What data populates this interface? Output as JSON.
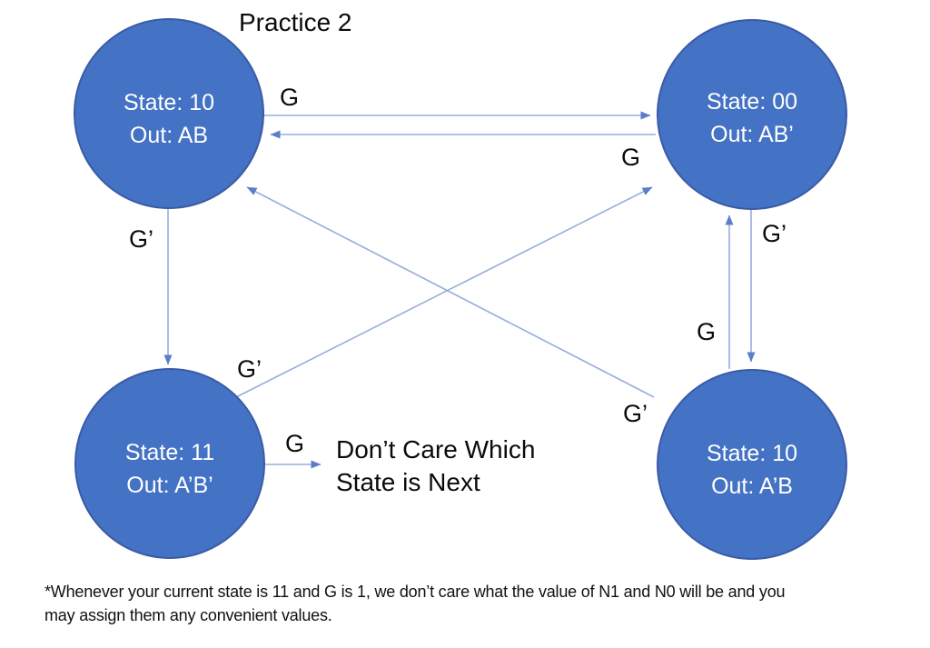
{
  "title": "Practice 2",
  "colors": {
    "node_fill": "#4472C4",
    "node_stroke": "#3A5BA5",
    "edge_line": "#97AEDC",
    "arrowhead": "#5C7EC9",
    "node_text": "#FFFFFF",
    "label_text": "#000000"
  },
  "nodes": {
    "top_left": {
      "state": "State: 10",
      "out": "Out: AB"
    },
    "top_right": {
      "state": "State: 00",
      "out": "Out: AB’"
    },
    "bottom_left": {
      "state": "State: 11",
      "out": "Out: A’B’"
    },
    "bottom_right": {
      "state": "State: 10",
      "out": "Out: A’B"
    }
  },
  "edges": {
    "tl_to_tr": {
      "label": "G"
    },
    "tr_to_tl": {
      "label": "G"
    },
    "tl_to_bl": {
      "label": "G’"
    },
    "bl_to_tr": {
      "label": "G’"
    },
    "br_to_tl": {
      "label": "G’"
    },
    "br_to_tr": {
      "label": "G"
    },
    "tr_to_br": {
      "label": "G’"
    },
    "bl_to_dont_care": {
      "label": "G"
    }
  },
  "dont_care": {
    "line1": "Don’t Care Which",
    "line2": "State is Next"
  },
  "footnote": {
    "line1": "*Whenever your current state is 11 and G is 1, we don’t care what the value of N1 and N0 will be and you",
    "line2": "may assign them any convenient values."
  }
}
